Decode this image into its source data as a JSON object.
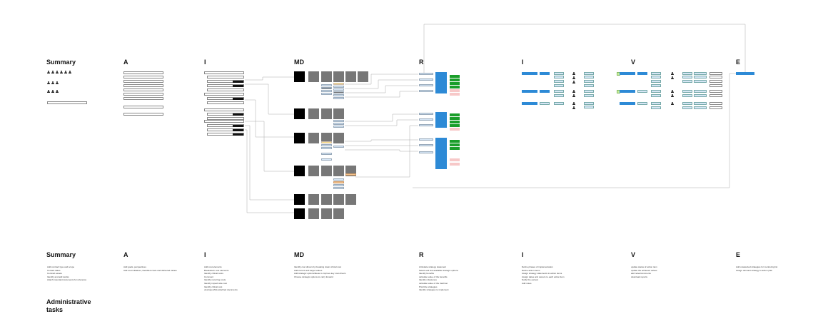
{
  "headers": {
    "summary": "Summary",
    "a": "A",
    "i1": "I",
    "md": "MD",
    "r": "R",
    "i2": "I",
    "v": "V",
    "e": "E"
  },
  "tasks": {
    "summary": [
      "Add contract type and scope",
      "Contact dates",
      "Contract assets",
      "Identify and add stocks",
      "Attach important documents for reference"
    ],
    "a": [
      "Add goals, perspectives",
      "Add cost initiatives, identified costs and delivered values"
    ],
    "i1": [
      "Add cost elements",
      "Breakdown cost elements",
      "Identify critical costs",
      "Comment",
      "Identify recurring costs",
      "Identify impact side cost",
      "Identify critical cost",
      "view/open/link attached documents"
    ],
    "md": [
      "Identify cost drivers by breaking down critical cost",
      "Add current and target values",
      "Add strategic options/ideas to improve key cost drivers",
      "Choose strategic options to carry forward"
    ],
    "r": [
      "Articulate strategy statement",
      "Select and link available strategic options",
      "Identify benefits",
      "calculate value of the benefits",
      "Identify milestones",
      "calculate value of the risk/cost",
      "Prioritize strategies",
      "Identify strategies to implement"
    ],
    "i2": [
      "Define phases of implementation",
      "Define action items",
      "Assign strategy statements to action items",
      "Assign dates and owners to each action item",
      "Notify the owners",
      "Add notes"
    ],
    "v": [
      "update status of action item",
      "update the achieved values",
      "add notes/comments",
      "download reports"
    ],
    "e": [
      "Add unselected strategies for monitoring list",
      "Assign dormant strategy to action plan"
    ]
  },
  "admin_label": "Administrative tasks"
}
